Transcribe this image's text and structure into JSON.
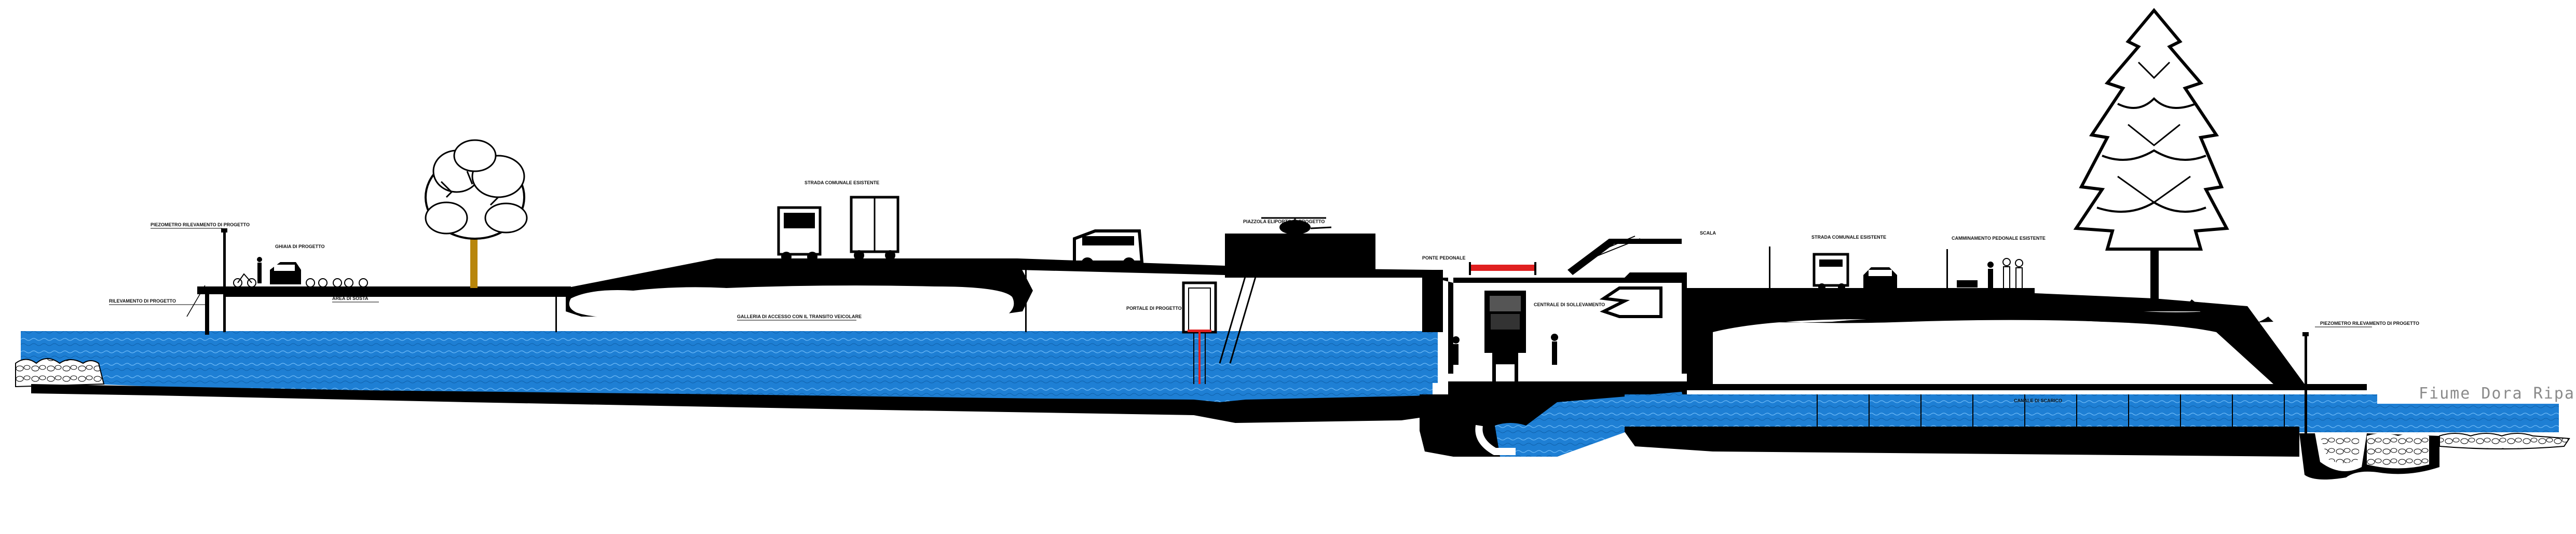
{
  "labels": {
    "river_name": "Fiume Dora Riparia",
    "left_piezometer": "PIEZOMETRO RILEVAMENTO DI PROGETTO",
    "left_flood_marker": "RILEVAMENTO DI PROGETTO",
    "left_area": "AREA DI SOSTA",
    "left_gravel": "GHIAIA DI PROGETTO",
    "galleria_label": "GALLERIA DI ACCESSO CON IL TRANSITO VEICOLARE",
    "road_title": "STRADA COMUNALE ESISTENTE",
    "ventilation_label": "PORTALE DI PROGETTO",
    "helicopter_label": "PIAZZOLA ELIPORTO DI PROGETTO",
    "bridge_label": "PONTE PEDONALE",
    "pump_label": "CENTRALE DI SOLLEVAMENTO",
    "stair_label": "SCALA",
    "right_road": "STRADA COMUNALE ESISTENTE",
    "right_cycle": "CAMMINAMENTO PEDONALE ESISTENTE",
    "canal_label": "CANALE DI SCARICO",
    "right_piezometer": "PIEZOMETRO RILEVAMENTO DI PROGETTO"
  },
  "colors": {
    "water": "#1e7fd4",
    "water_light": "#4aa3ee",
    "ground": "#000000",
    "background": "#ffffff",
    "tree": "#111111",
    "highlight_red": "#e02020",
    "tree_trunk": "#b8860b"
  },
  "icons": [
    "tree-icon",
    "truck-icon",
    "jeep-icon",
    "helicopter-icon",
    "car-icon",
    "pump-icon",
    "person-icon",
    "motorcycle-icon"
  ]
}
